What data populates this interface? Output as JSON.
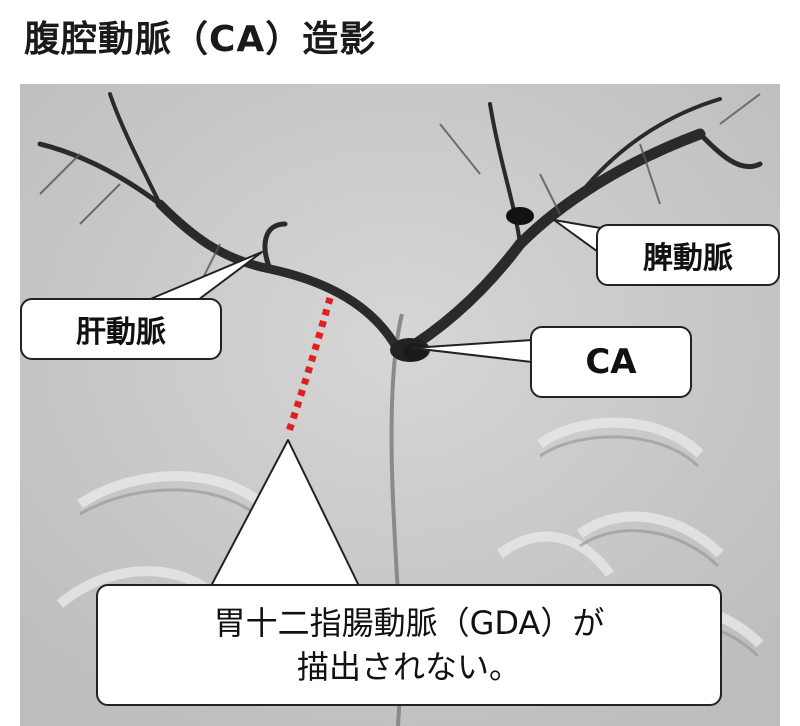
{
  "title": "腹腔動脈（CA）造影",
  "labels": {
    "hepatic": "肝動脈",
    "splenic": "脾動脈",
    "ca": "CA",
    "gda_line1": "胃十二指腸動脈（GDA）が",
    "gda_line2": "描出されない。"
  },
  "colors": {
    "dotted_line": "#e02020",
    "vessel": "#2a2a2a",
    "background": "#c9c9c9"
  }
}
